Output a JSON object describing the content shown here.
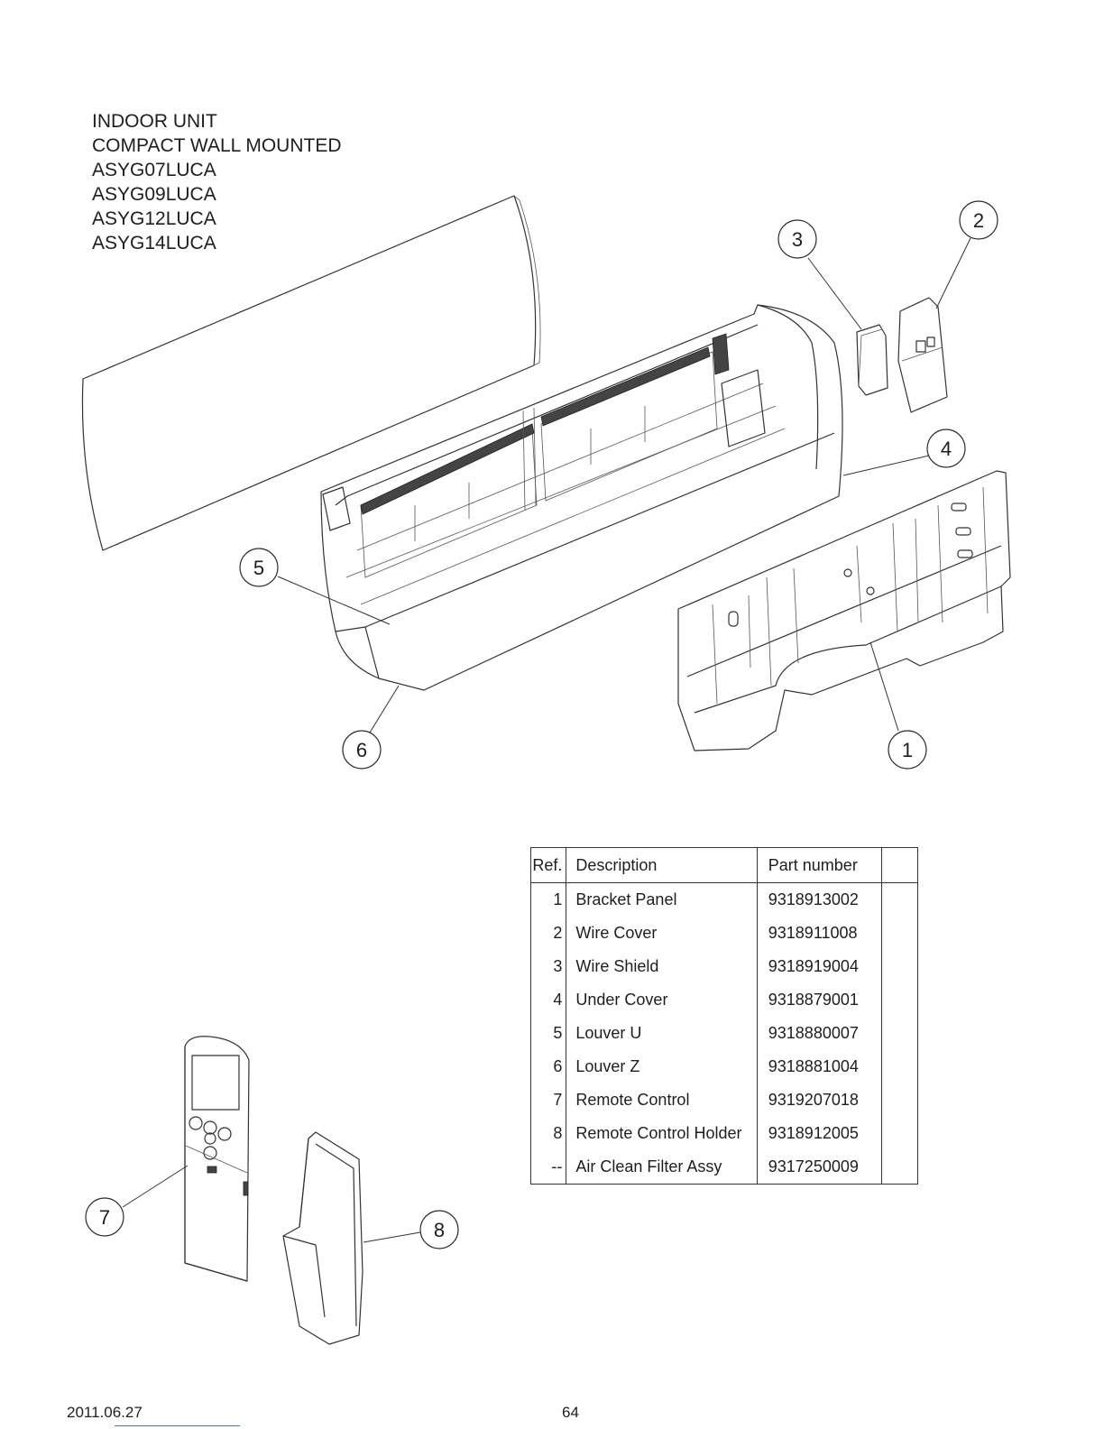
{
  "title": {
    "lines": [
      "INDOOR UNIT",
      "COMPACT WALL MOUNTED",
      "ASYG07LUCA",
      "ASYG09LUCA",
      "ASYG12LUCA",
      "ASYG14LUCA"
    ]
  },
  "callouts": [
    "1",
    "2",
    "3",
    "4",
    "5",
    "6",
    "7",
    "8"
  ],
  "table": {
    "headers": {
      "ref": "Ref.",
      "description": "Description",
      "part_number": "Part number",
      "extra": ""
    },
    "rows": [
      {
        "ref": "1",
        "description": "Bracket Panel",
        "part_number": "9318913002"
      },
      {
        "ref": "2",
        "description": "Wire Cover",
        "part_number": "9318911008"
      },
      {
        "ref": "3",
        "description": "Wire Shield",
        "part_number": "9318919004"
      },
      {
        "ref": "4",
        "description": "Under Cover",
        "part_number": "9318879001"
      },
      {
        "ref": "5",
        "description": "Louver U",
        "part_number": "9318880007"
      },
      {
        "ref": "6",
        "description": "Louver Z",
        "part_number": "9318881004"
      },
      {
        "ref": "7",
        "description": "Remote Control",
        "part_number": "9319207018"
      },
      {
        "ref": "8",
        "description": "Remote Control Holder",
        "part_number": "9318912005"
      },
      {
        "ref": "--",
        "description": "Air Clean Filter Assy",
        "part_number": "9317250009"
      }
    ]
  },
  "footer": {
    "date": "2011.06.27",
    "page": "64"
  }
}
